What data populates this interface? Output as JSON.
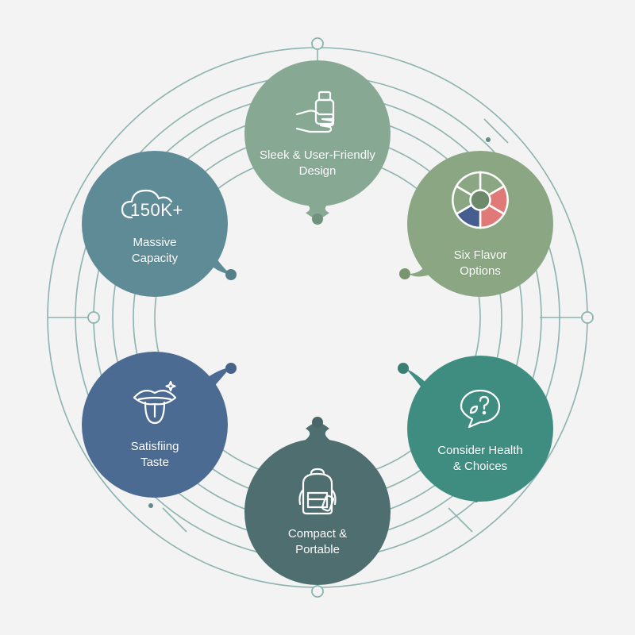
{
  "colors": {
    "background": "#f2f3f2",
    "ring": "#8db3ae",
    "top": "#87a994",
    "right_top": "#8aa683",
    "right_bottom": "#3f8d80",
    "bottom": "#4f6e70",
    "left_bottom": "#4c6b93",
    "left_top": "#5e8b96"
  },
  "nodes": [
    {
      "id": "top",
      "icon": "hand-holding-device-icon",
      "label_line1": "Sleek & User-Friendly",
      "label_line2": "Design"
    },
    {
      "id": "right_top",
      "icon": "flavor-wheel-icon",
      "label_line1": "Six Flavor",
      "label_line2": "Options"
    },
    {
      "id": "right_bottom",
      "icon": "question-speech-bubble-icon",
      "label_line1": "Consider Health",
      "label_line2": "& Choices"
    },
    {
      "id": "bottom",
      "icon": "backpack-icon",
      "label_line1": "Compact &",
      "label_line2": "Portable"
    },
    {
      "id": "left_bottom",
      "icon": "tongue-mouth-icon",
      "label_line1": "Satisfiing",
      "label_line2": "Taste"
    },
    {
      "id": "left_top",
      "icon": "cloud-icon",
      "big_number": "150K+",
      "label_line1": "Massive",
      "label_line2": "Capacity"
    }
  ]
}
